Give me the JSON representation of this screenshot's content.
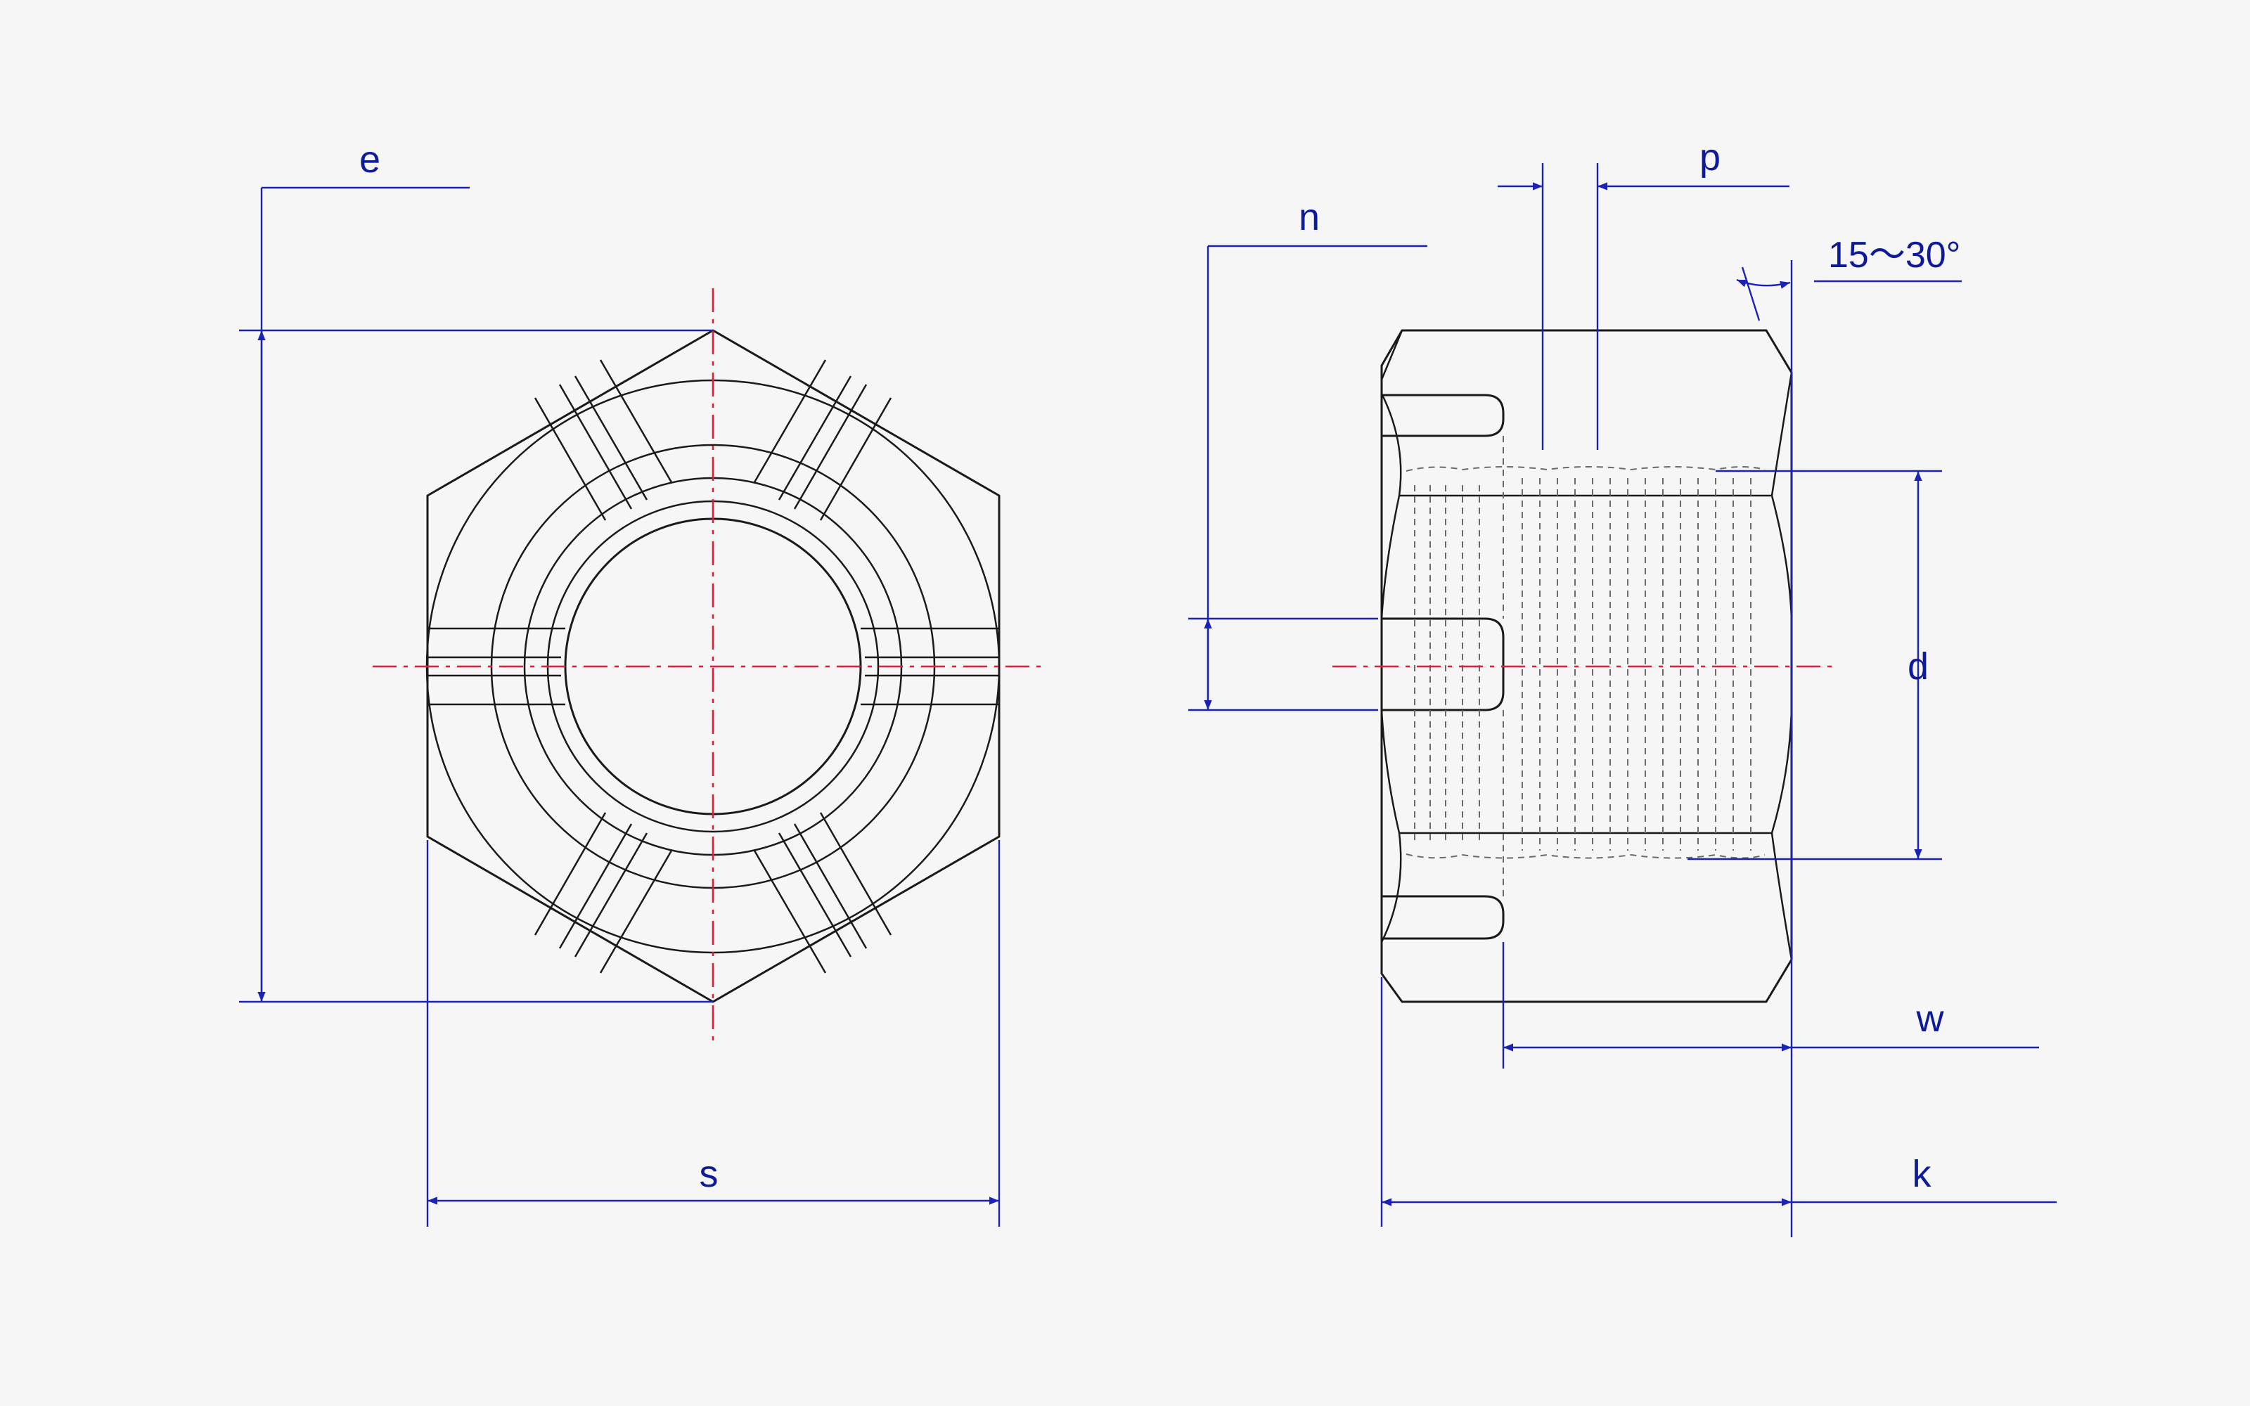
{
  "diagram": {
    "labels": {
      "e": "e",
      "s": "s",
      "n": "n",
      "p": "p",
      "angle": "15～30°",
      "d": "d",
      "w": "w",
      "k": "k"
    },
    "colors": {
      "background": "#f6f6f7",
      "outline": "#1a1a1a",
      "dimension": "#1a22b8",
      "centerline": "#e0203a",
      "hidden": "#6b6b6b"
    }
  }
}
